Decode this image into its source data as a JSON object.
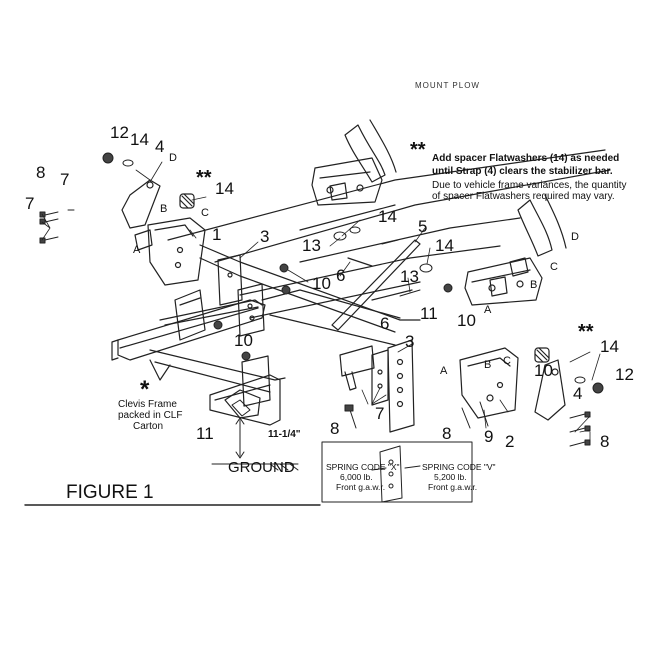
{
  "header_text": "MOUNT PLOW",
  "figure_title": "FIGURE 1",
  "ground_label": "GROUND",
  "dimension_label": "11-1/4\"",
  "note": {
    "marker": "**",
    "line1": "Add spacer Flatwashers (14) as needed",
    "line2": "until Strap (4) clears the stabilizer bar.",
    "line3": "Due to vehicle frame variances, the quantity",
    "line4": "of spacer Flatwashers required may vary."
  },
  "clevis": {
    "marker": "*",
    "line1": "Clevis Frame",
    "line2": "packed in CLF",
    "line3": "Carton"
  },
  "spring_code_x": {
    "line1": "SPRING CODE \"X\"",
    "line2": "6,000 lb.",
    "line3": "Front g.a.w.r."
  },
  "spring_code_v": {
    "line1": "SPRING CODE \"V\"",
    "line2": "5,200 lb.",
    "line3": "Front g.a.w.r."
  },
  "part_numbers": [
    "12",
    "14",
    "4",
    "8",
    "7",
    "7",
    "**",
    "14",
    "1",
    "3",
    "14",
    "5",
    "13",
    "14",
    "10",
    "6",
    "13",
    "10",
    "6",
    "11",
    "10",
    "3",
    "7",
    "8",
    "11",
    "**",
    "14",
    "10",
    "12",
    "4",
    "8",
    "9",
    "2",
    "8"
  ],
  "letters": [
    "D",
    "B",
    "C",
    "A",
    "D",
    "C",
    "B",
    "A",
    "A",
    "B",
    "C"
  ],
  "colors": {
    "line": "#222222",
    "text": "#111111"
  }
}
